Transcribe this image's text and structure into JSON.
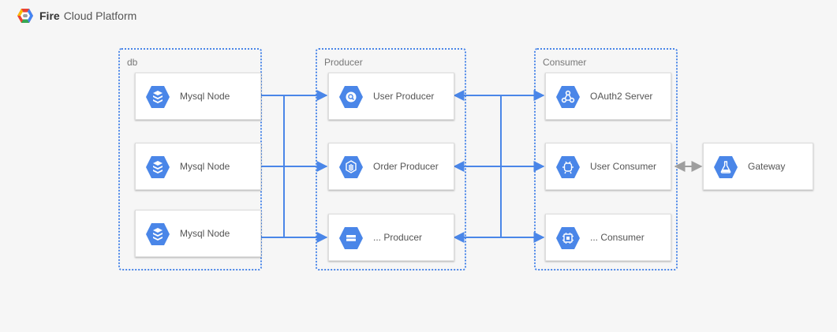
{
  "header": {
    "brand_strong": "Fire",
    "brand_rest": "Cloud Platform"
  },
  "groups": {
    "db": {
      "label": "db"
    },
    "producer": {
      "label": "Producer"
    },
    "consumer": {
      "label": "Consumer"
    }
  },
  "nodes": {
    "mysql_1": {
      "label": "Mysql Node",
      "icon": "database-icon"
    },
    "mysql_2": {
      "label": "Mysql Node",
      "icon": "database-icon"
    },
    "mysql_3": {
      "label": "Mysql Node",
      "icon": "database-icon"
    },
    "user_producer": {
      "label": "User Producer",
      "icon": "search-bubble-icon"
    },
    "order_producer": {
      "label": "Order Producer",
      "icon": "cube-icon"
    },
    "etc_producer": {
      "label": "... Producer",
      "icon": "storage-icon"
    },
    "oauth2_server": {
      "label": "OAuth2 Server",
      "icon": "network-nodes-icon"
    },
    "user_consumer": {
      "label": "User Consumer",
      "icon": "bug-icon"
    },
    "etc_consumer": {
      "label": "... Consumer",
      "icon": "chip-icon"
    },
    "gateway": {
      "label": "Gateway",
      "icon": "flask-icon"
    }
  },
  "colors": {
    "accent": "#4a86e8",
    "icon_fill": "#4a86e8",
    "gateway_link": "#9e9e9e"
  }
}
